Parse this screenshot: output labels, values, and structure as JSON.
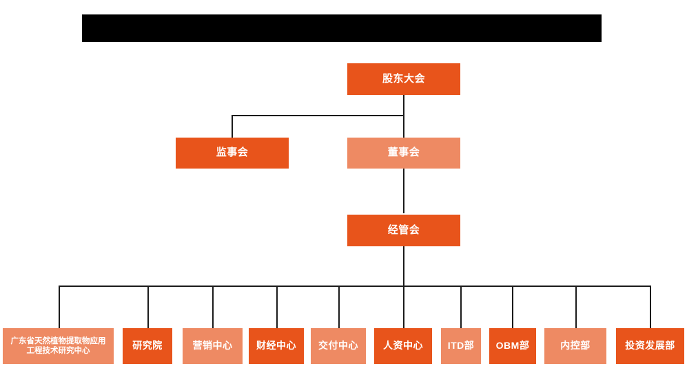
{
  "header": {
    "redacted_bar": {
      "label": "",
      "color": "#000000"
    }
  },
  "chart_meta": {
    "type": "org-chart",
    "background": "#FFFFFF",
    "line_color": "#1A1A1A",
    "color_dark": "#E8541B",
    "color_light": "#EE8A63"
  },
  "nodes": {
    "shareholders_meeting": {
      "label": "股东大会",
      "style": "dark"
    },
    "board_of_supervisors": {
      "label": "监事会",
      "style": "dark"
    },
    "board_of_directors": {
      "label": "董事会",
      "style": "light"
    },
    "management_committee": {
      "label": "经管会",
      "style": "dark"
    }
  },
  "departments": [
    {
      "label": "广东省天然植物提取物应用工程技术研究中心",
      "style": "light"
    },
    {
      "label": "研究院",
      "style": "dark"
    },
    {
      "label": "营销中心",
      "style": "light"
    },
    {
      "label": "财经中心",
      "style": "dark"
    },
    {
      "label": "交付中心",
      "style": "light"
    },
    {
      "label": "人资中心",
      "style": "dark"
    },
    {
      "label": "ITD部",
      "style": "light"
    },
    {
      "label": "OBM部",
      "style": "dark"
    },
    {
      "label": "内控部",
      "style": "light"
    },
    {
      "label": "投资发展部",
      "style": "dark"
    }
  ]
}
